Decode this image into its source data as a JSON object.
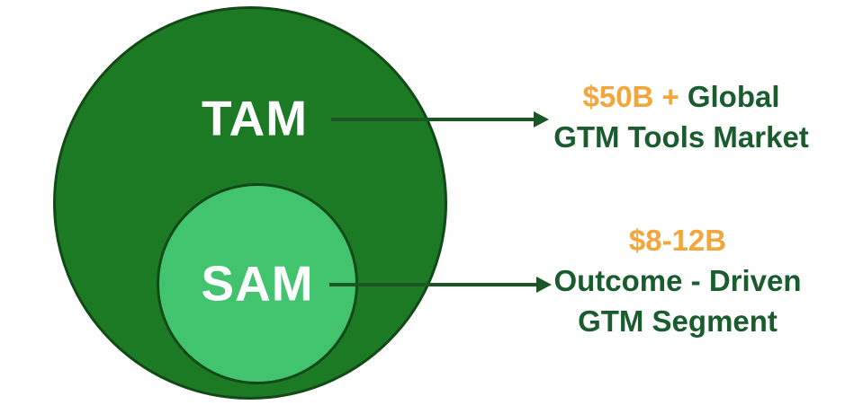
{
  "venn": {
    "tam": {
      "label": "TAM",
      "value": "$50B +",
      "description_line1": "Global",
      "description_line2": "GTM Tools Market"
    },
    "sam": {
      "label": "SAM",
      "value": "$8-12B",
      "description_line1": "Outcome - Driven",
      "description_line2": "GTM Segment"
    }
  },
  "colors": {
    "tam_circle_fill": "#1c7a25",
    "sam_circle_fill": "#41c46d",
    "circle_stroke": "#114a17",
    "circle_label_text": "#ffffff",
    "value_highlight": "#f2a63c",
    "description_text": "#195c2e",
    "arrow": "#1a5724",
    "background": "#ffffff"
  }
}
